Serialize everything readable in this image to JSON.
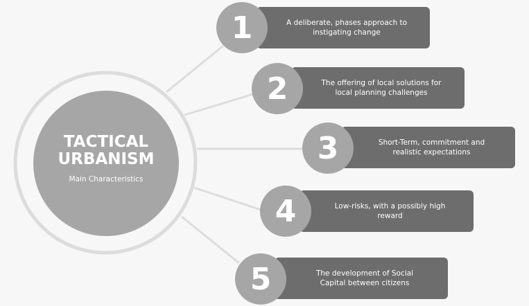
{
  "center": {
    "title_line1": "TACTICAL",
    "title_line2": "URBANISM",
    "subtitle": "Main Characteristics"
  },
  "items": [
    {
      "number": "1",
      "text": "A deliberate, phases approach to instigating change"
    },
    {
      "number": "2",
      "text": "The offering of local solutions for local planning challenges"
    },
    {
      "number": "3",
      "text": "Short-Term, commitment and realistic expectations"
    },
    {
      "number": "4",
      "text": "Low-risks, with a possibly high reward"
    },
    {
      "number": "5",
      "text": "The development of Social Capital between citizens"
    }
  ],
  "colors": {
    "background": "#f7f7f7",
    "box": "#6d6d6d",
    "circle": "#a6a6a6",
    "ring": "#dcdcdc"
  }
}
